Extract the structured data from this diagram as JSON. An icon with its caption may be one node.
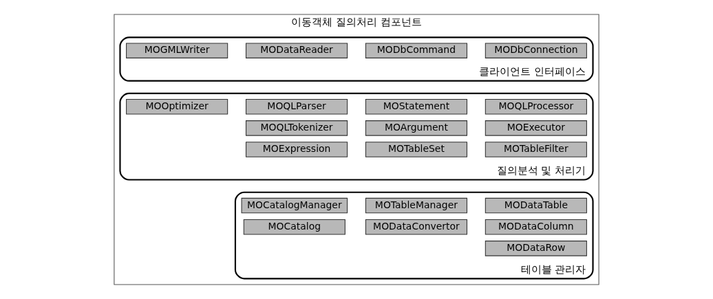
{
  "diagram": {
    "nodes": [
      {
        "text": [
          "이동객체 질의처리 컴포넌트"
        ]
      },
      {
        "text": [
          "클라이언트 인터페이스"
        ],
        "in": 0
      },
      {
        "text": [
          "MODbConnection"
        ],
        "in": 1
      },
      {
        "text": [
          "MODbCommand"
        ],
        "in": 1
      },
      {
        "text": [
          "MODataReader"
        ],
        "in": 1
      },
      {
        "text": [
          "MOGMLWriter"
        ],
        "in": 1
      },
      {
        "text": [
          "질의분석 및 처리기"
        ],
        "in": 0
      },
      {
        "text": [
          "MOQLProcessor"
        ],
        "in": 6
      },
      {
        "text": [
          "MOStatement"
        ],
        "in": 6
      },
      {
        "text": [
          "MOQLParser"
        ],
        "in": 6
      },
      {
        "text": [
          "MOOptimizer"
        ],
        "in": 6
      },
      {
        "text": [
          "MOExecutor"
        ],
        "in": 6
      },
      {
        "text": [
          "MOArgument"
        ],
        "in": 6
      },
      {
        "text": [
          "MOQLTokenizer"
        ],
        "in": 6
      },
      {
        "text": [
          "MOTableFilter"
        ],
        "in": 6
      },
      {
        "text": [
          "MOTableSet"
        ],
        "in": 6
      },
      {
        "text": [
          "MOExpression"
        ],
        "in": 6
      },
      {
        "text": [
          "테이블 관리자"
        ],
        "in": 0
      },
      {
        "text": [
          "MODataTable"
        ],
        "in": 17
      },
      {
        "text": [
          "MOTableManager"
        ],
        "in": 17
      },
      {
        "text": [
          "MOCatalogManager"
        ],
        "in": 17
      },
      {
        "text": [
          "MODataColumn"
        ],
        "in": 17
      },
      {
        "text": [
          "MODataConvertor"
        ],
        "in": 17
      },
      {
        "text": [
          "MOCatalog"
        ],
        "in": 17
      },
      {
        "text": [
          "MODataRow"
        ],
        "in": 17
      }
    ],
    "edges": []
  }
}
